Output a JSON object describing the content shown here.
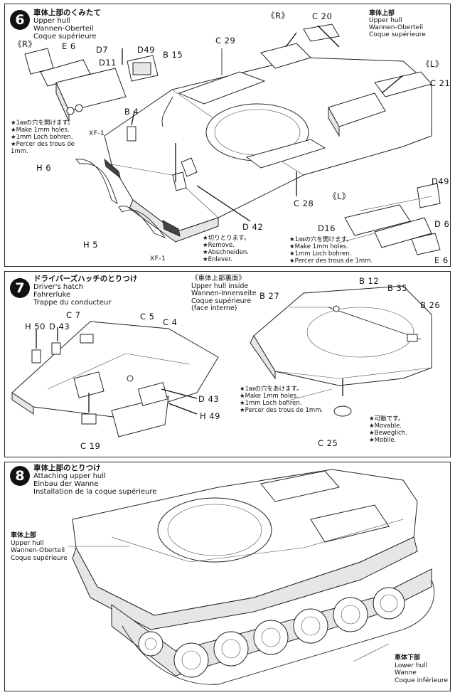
{
  "step6": {
    "number": "6",
    "title_jp": "車体上部のくみたて",
    "title_en": "Upper hull",
    "title_de": "Wannen-Oberteil",
    "title_fr": "Coque supérieure",
    "side_label_r": "《R》",
    "side_label_r2": "《R》",
    "side_label_l": "《L》",
    "side_label_l2": "《L》",
    "corner_jp": "車体上部",
    "corner_en": "Upper hull",
    "corner_de": "Wannen-Oberteil",
    "corner_fr": "Coque supérieure",
    "parts": {
      "E6a": "E 6",
      "D7": "D7",
      "D11": "D11",
      "D49a": "D49",
      "B15": "B 15",
      "C29": "C 29",
      "C20": "C 20",
      "B4": "B 4",
      "XF1a": "XF-1",
      "H6": "H 6",
      "C21": "C 21",
      "C28": "C 28",
      "D49b": "D49",
      "D16": "D16",
      "D6": "D 6",
      "E6b": "E 6",
      "H5": "H 5",
      "D42": "D 42",
      "XF1b": "XF-1"
    },
    "note_holes_left": "★1㎜の穴を開けます。\n★Make 1mm holes.\n★1mm Loch bohren.\n★Percer des trous de\n    1mm.",
    "note_remove": "★切りとります。\n★Remove.\n★Abschneiden.\n★Enlever.",
    "note_holes_right": "★1㎜の穴を開けます。\n★Make 1mm holes.\n★1mm Loch bohren.\n★Percer des trous de 1mm."
  },
  "step7": {
    "number": "7",
    "title_jp": "ドライバーズハッチのとりつけ",
    "title_en": "Driver's hatch",
    "title_de": "Fahrerluke",
    "title_fr": "Trappe du conducteur",
    "inside_jp": "《車体上部裏面》",
    "inside_en": "Upper hull inside",
    "inside_de": "Wannen-Innenseite",
    "inside_fr": "Coque supérieure",
    "inside_fr2": "(face interne)",
    "parts": {
      "H50": "H 50",
      "D43a": "D 43",
      "C7": "C 7",
      "C5": "C 5",
      "C4": "C 4",
      "D43b": "D 43",
      "H49": "H 49",
      "C19": "C 19",
      "B27": "B 27",
      "B12": "B 12",
      "B35": "B 35",
      "B26": "B 26",
      "C25": "C 25"
    },
    "note_holes": "★1㎜の穴をあけます。\n★Make 1mm holes.\n★1mm Loch bohren.\n★Percer des trous de 1mm.",
    "note_movable": "★可動です。\n★Movable.\n★Beweglich.\n★Mobile."
  },
  "step8": {
    "number": "8",
    "title_jp": "車体上部のとりつけ",
    "title_en": "Attaching upper hull",
    "title_de": "Einbau der Wanne",
    "title_fr": "Installation de la coque supérieure",
    "upper_jp": "車体上部",
    "upper_en": "Upper hull",
    "upper_de": "Wannen-Oberteil",
    "upper_fr": "Coque supérieure",
    "lower_jp": "車体下部",
    "lower_en": "Lower hull",
    "lower_de": "Wanne",
    "lower_fr": "Coque inférieure"
  }
}
